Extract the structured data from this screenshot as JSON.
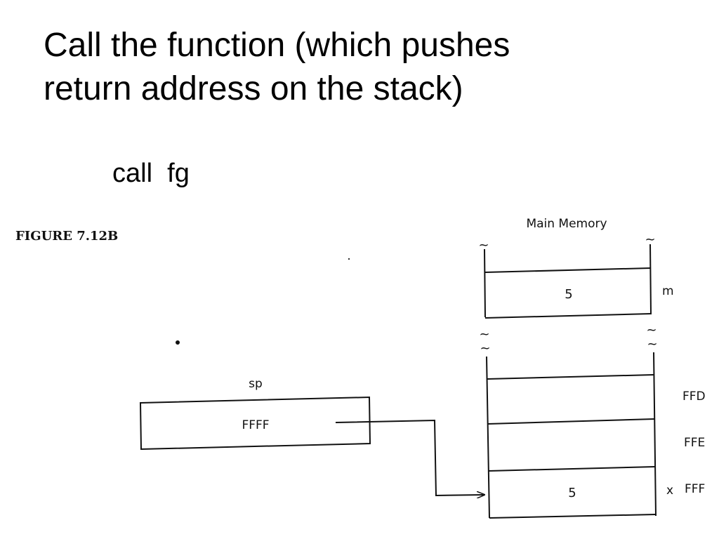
{
  "slide": {
    "title_line1": "Call the function (which pushes",
    "title_line2": "return address on the stack)",
    "code": "call  fg"
  },
  "figure": {
    "label": "FIGURE 7.12B",
    "memory_title": "Main Memory",
    "sp_register": {
      "label": "sp",
      "value": "FFFF"
    },
    "upper_cell": {
      "value": "5",
      "label": "m"
    },
    "stack_cells": [
      {
        "value": "",
        "address": "FFD",
        "marker": ""
      },
      {
        "value": "",
        "address": "FFE",
        "marker": ""
      },
      {
        "value": "5",
        "address": "FFF",
        "marker": "x"
      }
    ],
    "break_symbol": "~"
  }
}
